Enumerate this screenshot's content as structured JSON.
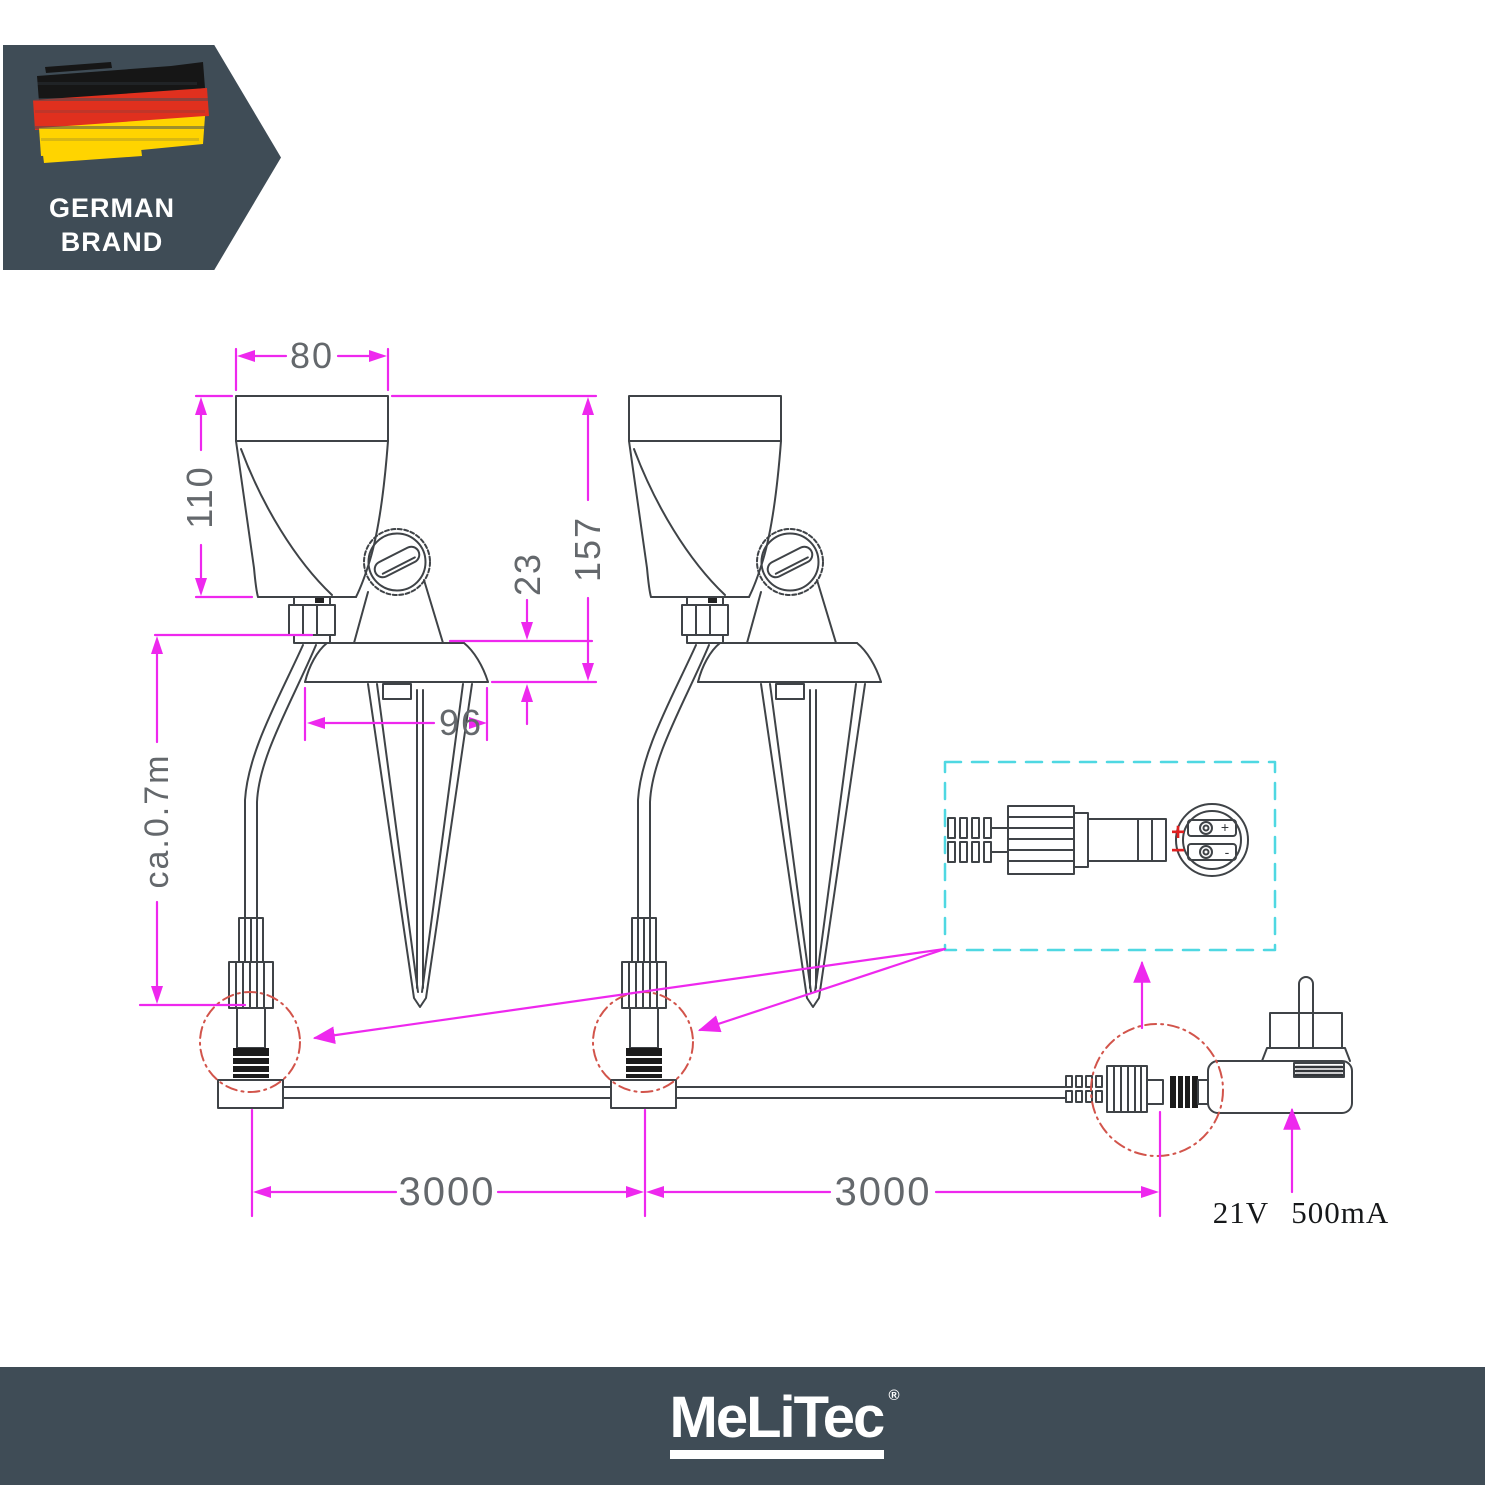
{
  "badge": {
    "line1": "GERMAN",
    "line2": "BRAND"
  },
  "diagram": {
    "dimensions": {
      "head_width": "80",
      "head_height": "110",
      "total_height": "157",
      "base_height": "23",
      "base_width": "96",
      "cable_length": "ca.0.7m",
      "segment1": "3000",
      "segment2": "3000"
    },
    "power_label": "21V 500mA",
    "connector_detail": {
      "plus": "+",
      "minus": "−",
      "pin_plus": "+",
      "pin_minus": "-"
    },
    "colors": {
      "dimension_magenta": "#ee28ee",
      "detail_cyan": "#4fd8e2",
      "highlight_red": "#d2544b",
      "drawing_line": "#3f4347",
      "brand_slate": "#3f4c56",
      "flag_black": "#161616",
      "flag_red": "#e0301e",
      "flag_gold": "#ffd400",
      "polarity_red": "#e02020"
    }
  },
  "footer": {
    "logo": "MeLiTec",
    "registered": "®"
  }
}
